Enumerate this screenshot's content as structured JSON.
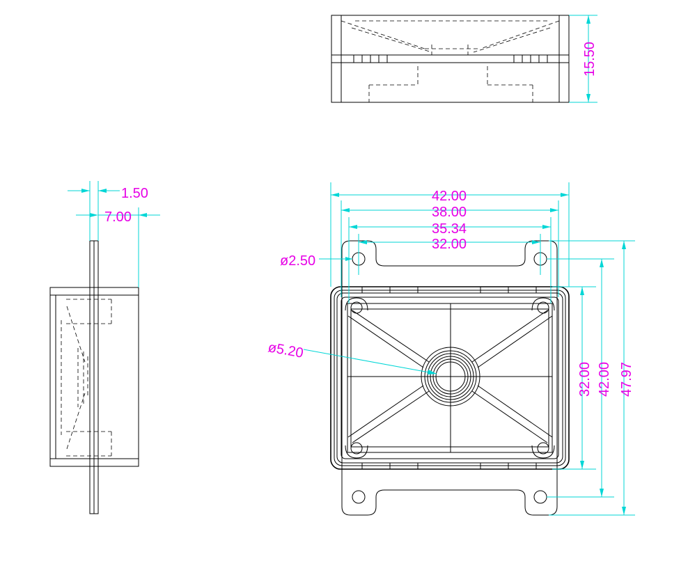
{
  "dimensions": {
    "top_view_height": "15.50",
    "side_wall": "1.50",
    "side_depth": "7.00",
    "width_overall": "42.00",
    "width_inner": "38.00",
    "width_holes_outer": "35.34",
    "width_holes": "32.00",
    "hole_small_diameter": "ø2.50",
    "hole_center_diameter": "ø5.20",
    "height_inner": "32.00",
    "height_body": "42.00",
    "height_overall": "47.97"
  },
  "colors": {
    "geometry": "#000000",
    "dimension_lines": "#00d6d6",
    "dimension_text": "#e600e6"
  }
}
